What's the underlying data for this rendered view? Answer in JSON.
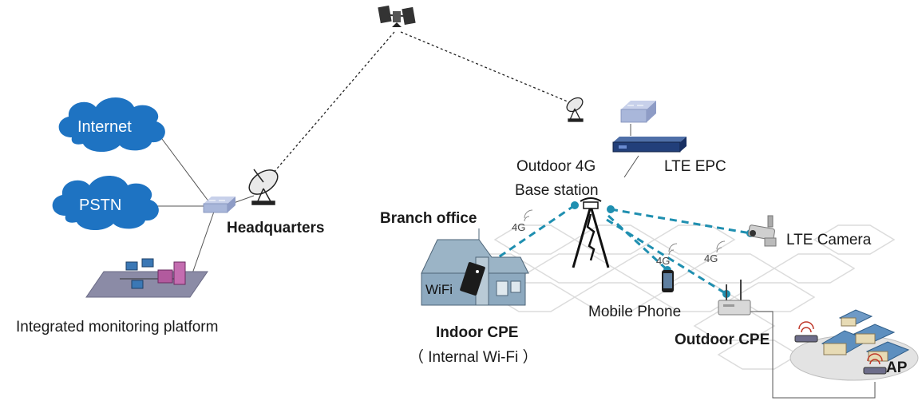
{
  "clouds": {
    "internet": "Internet",
    "pstn": "PSTN"
  },
  "labels": {
    "headquarters": "Headquarters",
    "integrated_platform": "Integrated monitoring platform",
    "branch_office": "Branch office",
    "outdoor_4g_line1": "Outdoor 4G",
    "outdoor_4g_line2": "Base station",
    "lte_epc": "LTE EPC",
    "lte_camera": "LTE Camera",
    "mobile_phone": "Mobile Phone",
    "indoor_cpe": "Indoor CPE",
    "internal_wifi": "（ Internal Wi-Fi ）",
    "outdoor_cpe": "Outdoor CPE",
    "ap": "AP",
    "wifi": "WiFi",
    "tag_4g": "4G"
  },
  "colors": {
    "cloud": "#1e73c2",
    "wireless_link": "#1f8fb0",
    "switch": "#a9b7da",
    "building": "#8da9bf"
  }
}
